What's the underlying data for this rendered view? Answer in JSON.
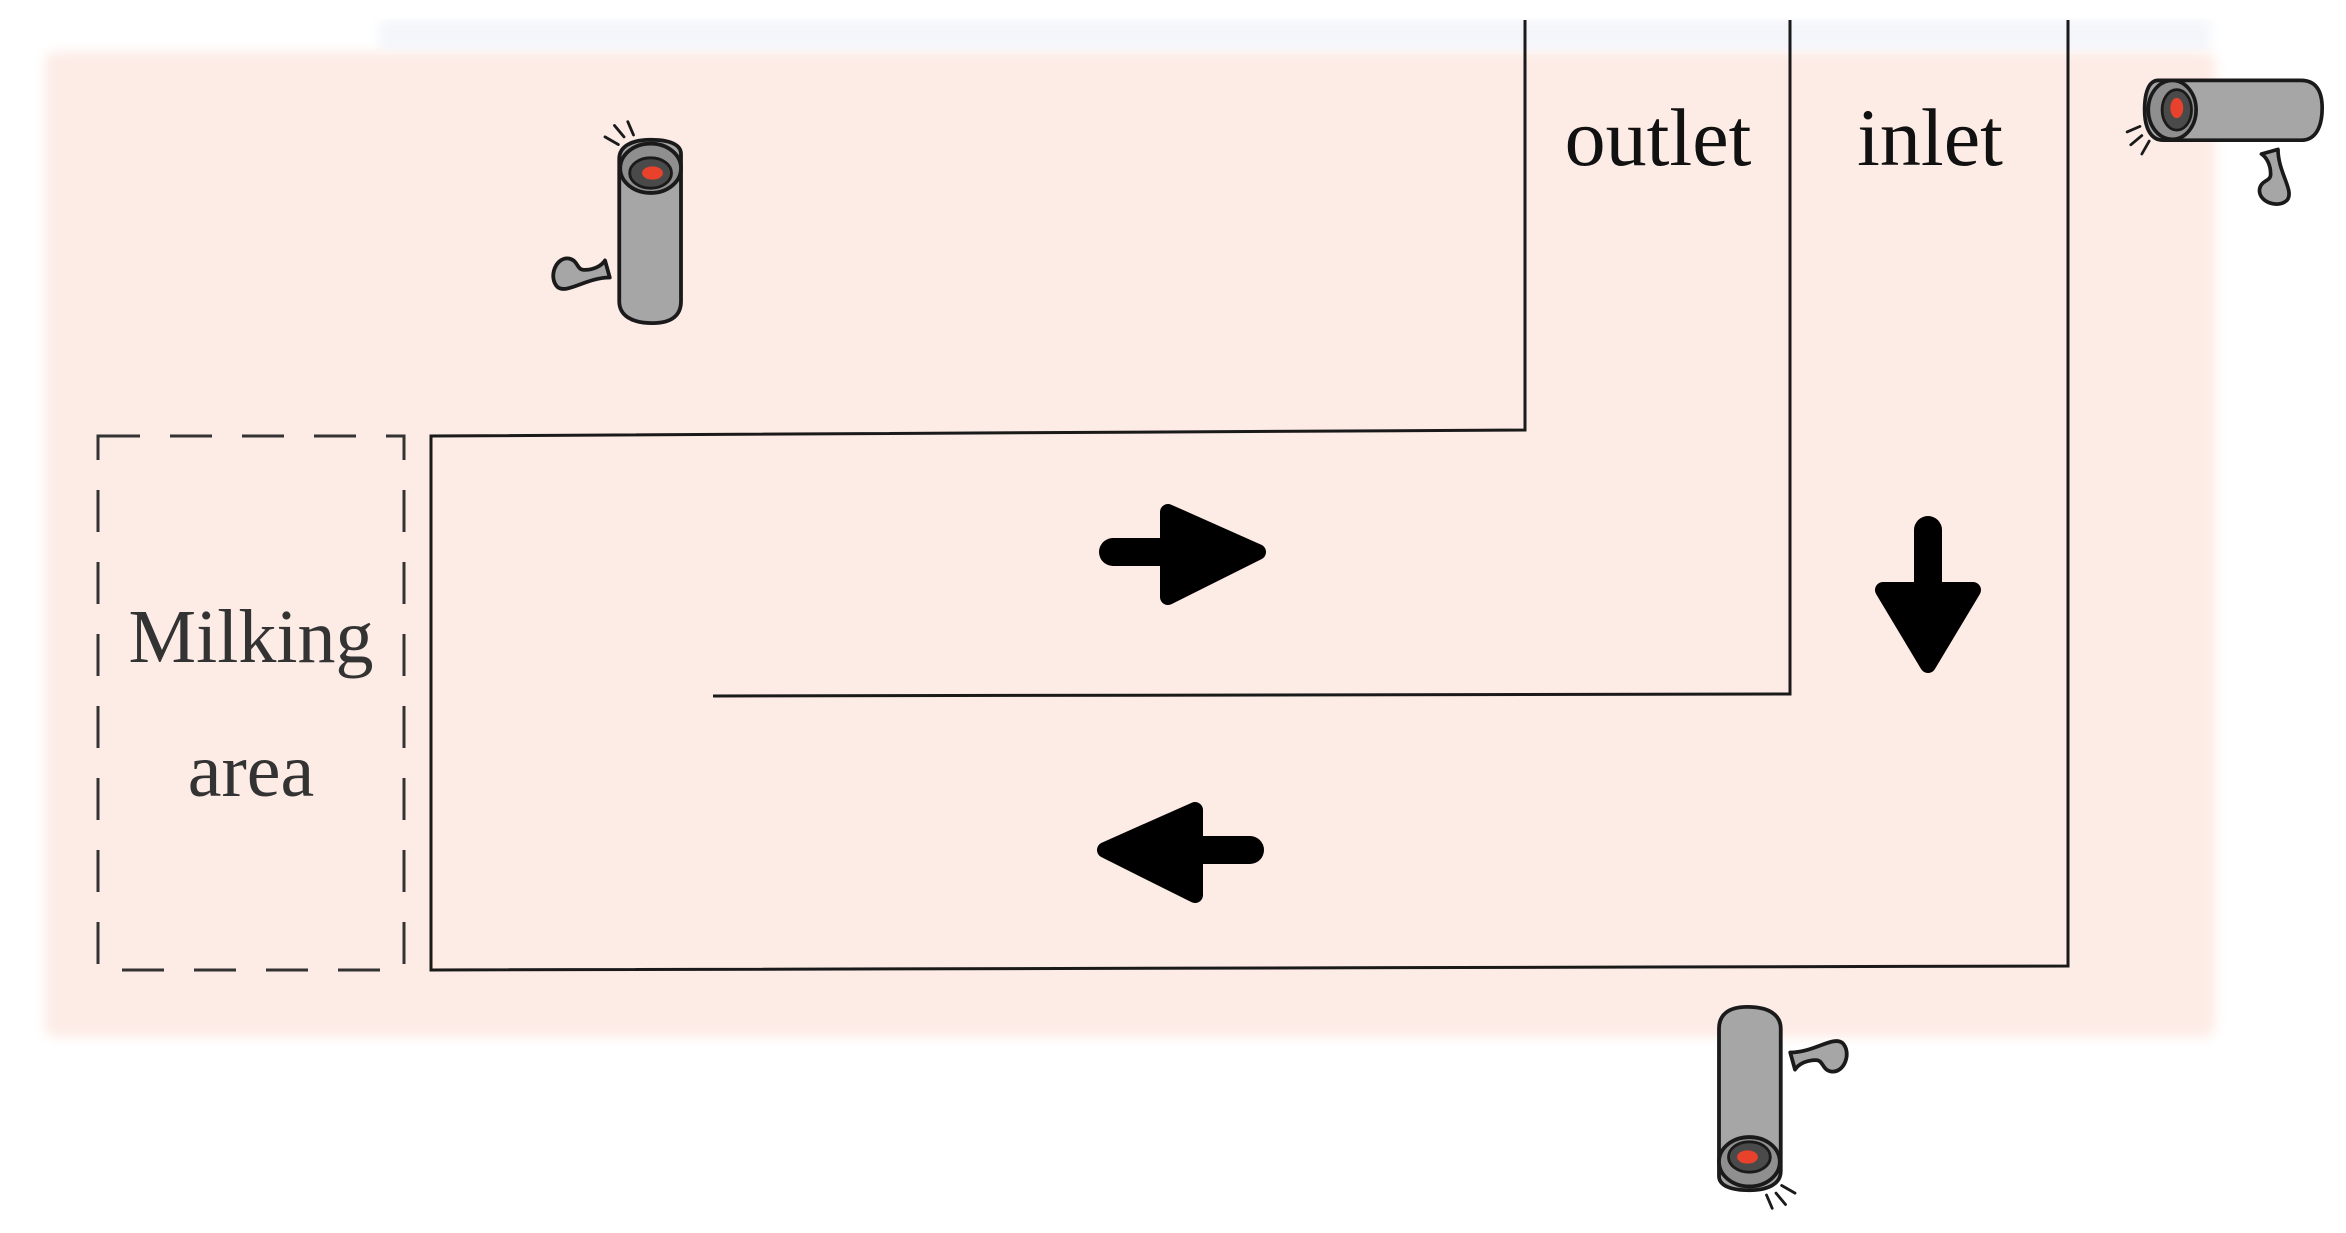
{
  "labels": {
    "outlet": "outlet",
    "inlet": "inlet",
    "milking_line1": "Milking",
    "milking_line2": "area"
  },
  "icons": {
    "camera": "security-camera-icon",
    "arrow_right": "arrow-right-icon",
    "arrow_down": "arrow-down-icon",
    "arrow_left": "arrow-left-icon"
  },
  "colors": {
    "background_zone": "#fdebe5",
    "walls": "#1a1a1a",
    "arrows": "#000000",
    "camera_body": "#a6a6a6",
    "camera_lens": "#e8412c"
  }
}
